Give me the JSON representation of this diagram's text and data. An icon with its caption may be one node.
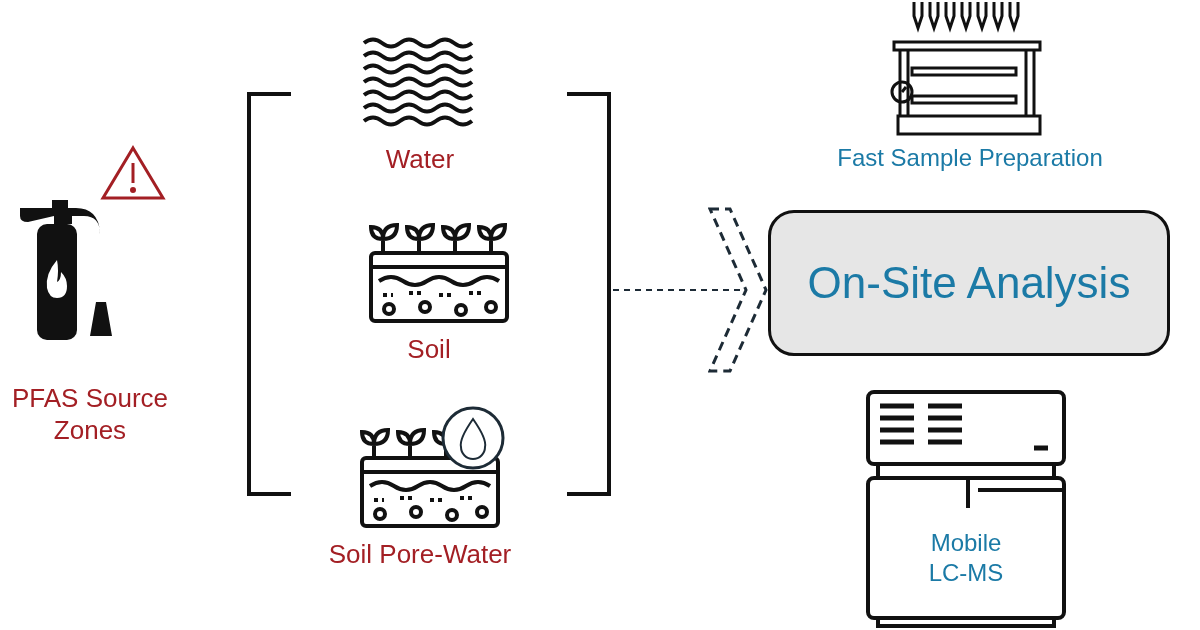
{
  "diagram": {
    "nodes": [
      {
        "text": [],
        "shape": "bracket"
      },
      {
        "text": [
          "Water"
        ]
      },
      {
        "text": [
          "Soil"
        ],
        "in": 0
      },
      {
        "text": [
          "Soil Pore-Water"
        ]
      },
      {
        "text": [
          "On-Site Analysis"
        ]
      },
      {
        "text": [
          "Mobile LC-MS"
        ]
      }
    ],
    "edges": [
      {
        "from": 0,
        "to": 4,
        "arrow": "to",
        "style": "dashed"
      }
    ],
    "labels": [
      "PFAS Source Zones",
      "Fast Sample Preparation"
    ]
  }
}
